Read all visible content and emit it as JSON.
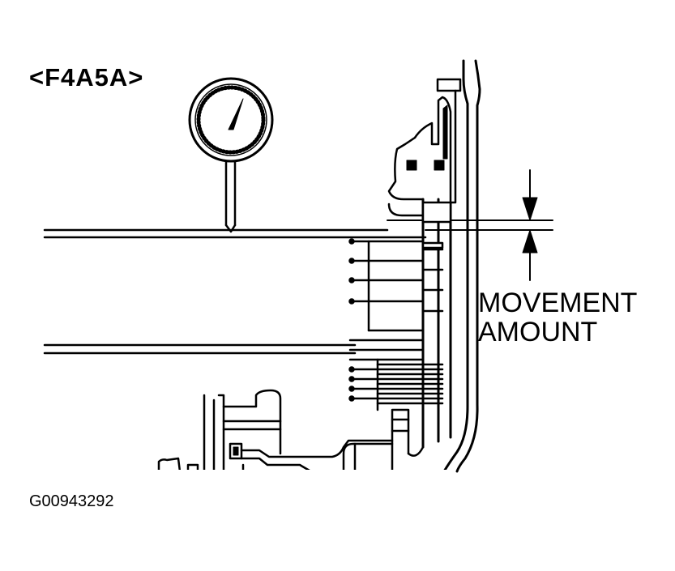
{
  "figure": {
    "model_label": "<F4A5A>",
    "callout_line1": "MOVEMENT",
    "callout_line2": "AMOUNT",
    "figure_id": "G00943292"
  },
  "icons": {
    "gauge": "dial-indicator-icon"
  },
  "colors": {
    "ink": "#000000",
    "paper": "#ffffff"
  }
}
